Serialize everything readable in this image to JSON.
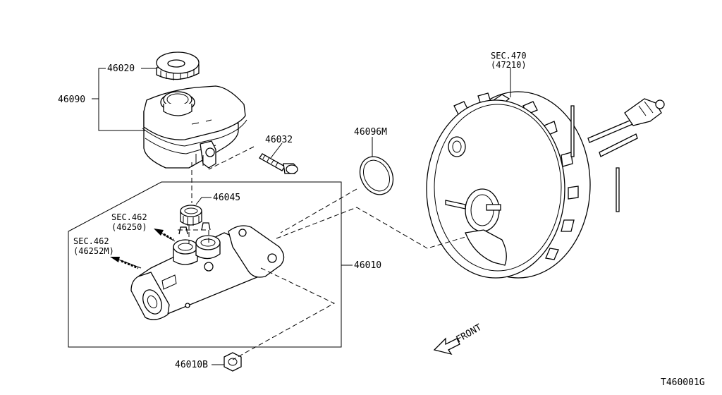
{
  "diagram_id": "T460001G",
  "labels": {
    "p46020": "46020",
    "p46090": "46090",
    "p46032": "46032",
    "p46096m": "46096M",
    "p46045": "46045",
    "sec462a_line1": "SEC.462",
    "sec462a_line2": "(46250)",
    "sec462b_line1": "SEC.462",
    "sec462b_line2": "(46252M)",
    "p46010": "46010",
    "p46010b": "46010B",
    "sec470_line1": "SEC.470",
    "sec470_line2": "(47210)",
    "front": "FRONT"
  }
}
